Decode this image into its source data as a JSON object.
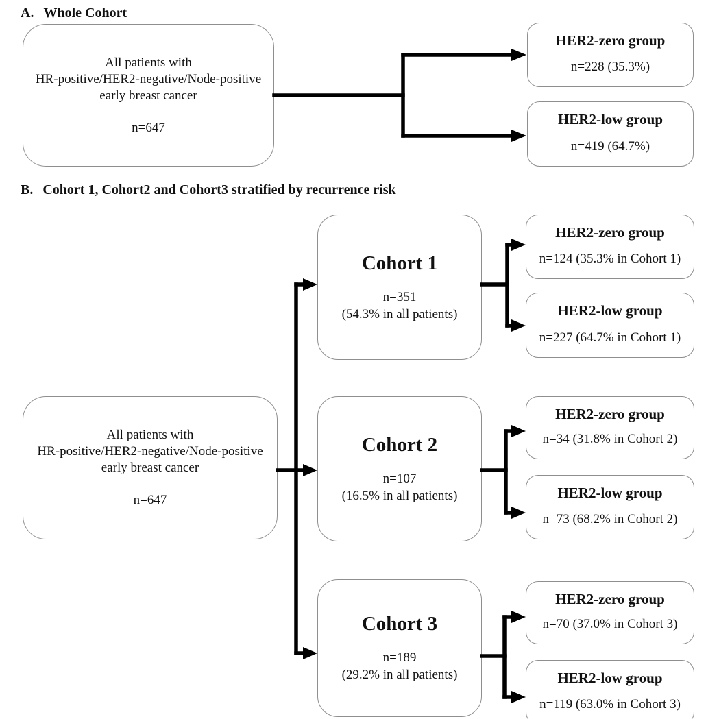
{
  "panel_a": {
    "prefix": "A.",
    "title": "Whole Cohort",
    "source_box": {
      "lines": [
        "All patients with",
        "HR-positive/HER2-negative/Node-positive",
        "early breast cancer"
      ],
      "n": "n=647"
    },
    "groups": [
      {
        "title": "HER2-zero group",
        "n": "n=228 (35.3%)"
      },
      {
        "title": "HER2-low group",
        "n": "n=419 (64.7%)"
      }
    ]
  },
  "panel_b": {
    "prefix": "B.",
    "title": "Cohort 1, Cohort2 and Cohort3 stratified by recurrence risk",
    "source_box": {
      "lines": [
        "All patients with",
        "HR-positive/HER2-negative/Node-positive",
        "early breast cancer"
      ],
      "n": "n=647"
    },
    "cohorts": [
      {
        "title": "Cohort 1",
        "n": "n=351",
        "pct": "(54.3% in all patients)",
        "groups": [
          {
            "title": "HER2-zero group",
            "n": "n=124 (35.3% in Cohort 1)"
          },
          {
            "title": "HER2-low group",
            "n": "n=227 (64.7% in Cohort 1)"
          }
        ]
      },
      {
        "title": "Cohort 2",
        "n": "n=107",
        "pct": "(16.5% in all patients)",
        "groups": [
          {
            "title": "HER2-zero group",
            "n": "n=34 (31.8% in Cohort 2)"
          },
          {
            "title": "HER2-low group",
            "n": "n=73 (68.2% in Cohort 2)"
          }
        ]
      },
      {
        "title": "Cohort 3",
        "n": "n=189",
        "pct": "(29.2% in all patients)",
        "groups": [
          {
            "title": "HER2-zero group",
            "n": "n=70 (37.0% in Cohort 3)"
          },
          {
            "title": "HER2-low group",
            "n": "n=119 (63.0% in Cohort 3)"
          }
        ]
      }
    ]
  },
  "colors": {
    "line": "#000000",
    "box_border": "#8f8f8f",
    "text": "#111111",
    "background": "#ffffff"
  }
}
